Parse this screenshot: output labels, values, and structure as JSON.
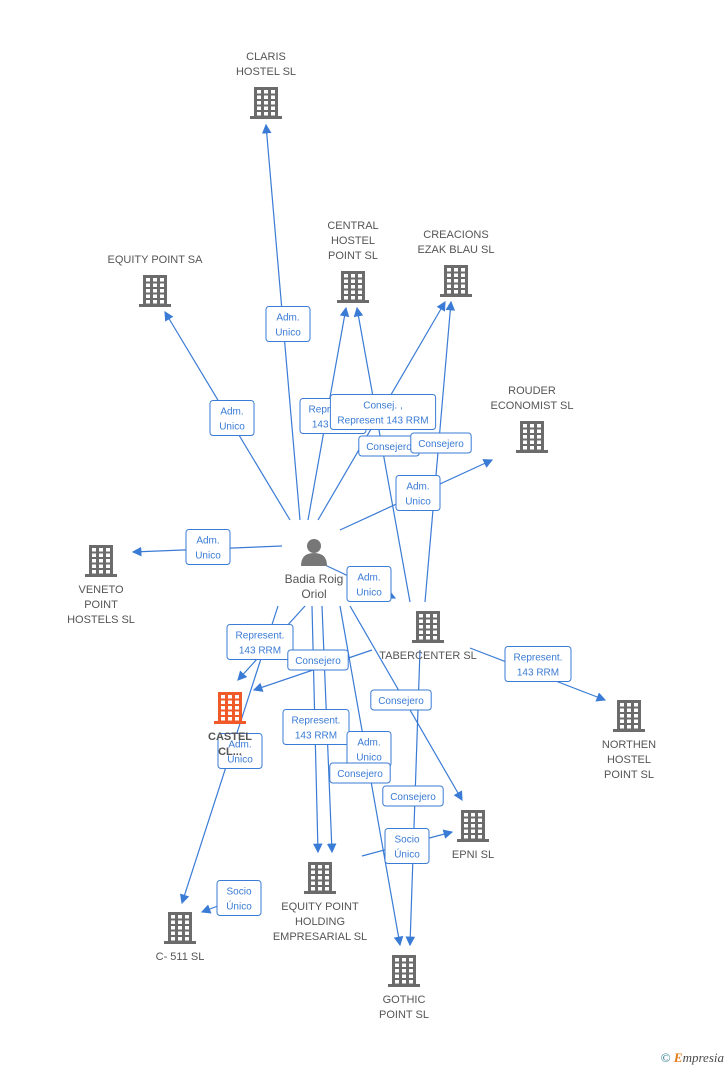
{
  "colors": {
    "edge": "#3a7bd5",
    "building": "#6b6b6b",
    "focus_building": "#f05a28",
    "person": "#777777"
  },
  "person": {
    "name_lines": [
      "Badia Roig",
      "Oriol"
    ],
    "icon": "person-icon"
  },
  "companies": [
    {
      "id": "claris",
      "lines": [
        "CLARIS",
        "HOSTEL SL"
      ],
      "focus": false
    },
    {
      "id": "equity_sa",
      "lines": [
        "EQUITY POINT SA"
      ],
      "focus": false
    },
    {
      "id": "central",
      "lines": [
        "CENTRAL",
        "HOSTEL",
        "POINT SL"
      ],
      "focus": false
    },
    {
      "id": "creaciones",
      "lines": [
        "CREACIONS",
        "EZAK BLAU SL"
      ],
      "focus": false
    },
    {
      "id": "rouder",
      "lines": [
        "ROUDER",
        "ECONOMIST SL"
      ],
      "focus": false
    },
    {
      "id": "veneto",
      "lines": [
        "VENETO",
        "POINT",
        "HOSTELS  SL"
      ],
      "focus": false
    },
    {
      "id": "tabercenter",
      "lines": [
        "TABERCENTER SL"
      ],
      "focus": false
    },
    {
      "id": "castel",
      "lines": [
        "CASTEL",
        "CL..."
      ],
      "focus": true
    },
    {
      "id": "northen",
      "lines": [
        "NORTHEN",
        "HOSTEL",
        "POINT SL"
      ],
      "focus": false
    },
    {
      "id": "epni",
      "lines": [
        "EPNI SL"
      ],
      "focus": false
    },
    {
      "id": "equity_holding",
      "lines": [
        "EQUITY POINT",
        "HOLDING",
        "EMPRESARIAL SL"
      ],
      "focus": false
    },
    {
      "id": "c511",
      "lines": [
        "C- 511 SL"
      ],
      "focus": false
    },
    {
      "id": "gothic",
      "lines": [
        "GOTHIC",
        "POINT SL"
      ],
      "focus": false
    }
  ],
  "edge_labels": [
    [
      "Adm.",
      "Unico"
    ],
    [
      "Adm.",
      "Unico"
    ],
    [
      "Represent.",
      "143 RRM"
    ],
    [
      "Consej. ,",
      "Represent 143 RRM"
    ],
    [
      "Consejero"
    ],
    [
      "Consejero"
    ],
    [
      "Adm.",
      "Unico"
    ],
    [
      "Adm.",
      "Unico"
    ],
    [
      "Adm.",
      "Unico"
    ],
    [
      "Represent.",
      "143 RRM"
    ],
    [
      "Consejero"
    ],
    [
      "Consejero"
    ],
    [
      "Adm.",
      "Unico"
    ],
    [
      "Represent.",
      "143 RRM"
    ],
    [
      "Adm.",
      "Unico"
    ],
    [
      "Consejero"
    ],
    [
      "Represent.",
      "143 RRM"
    ],
    [
      "Consejero"
    ],
    [
      "Socio",
      "Único"
    ],
    [
      "Socio",
      "Único"
    ]
  ],
  "footer": {
    "copyright": "©",
    "brand_initial": "E",
    "brand_rest": "mpresia"
  }
}
